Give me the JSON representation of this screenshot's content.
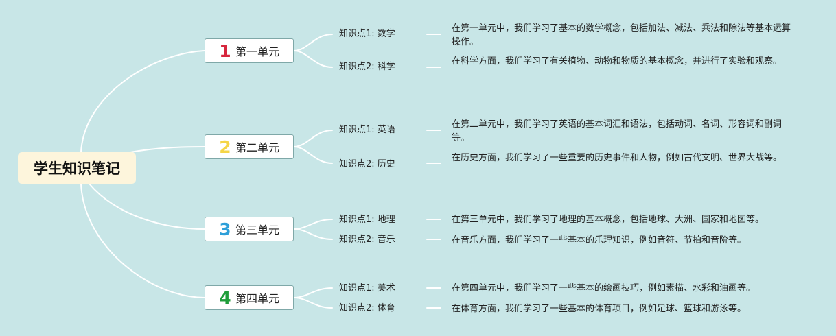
{
  "root": {
    "title": "学生知识笔记"
  },
  "colors": {
    "background": "#c8e6e7",
    "root_fill": "#fdf5dc",
    "line": "#ffffff",
    "unit1": "#d7263d",
    "unit2": "#f5d547",
    "unit3": "#2d9fd9",
    "unit4": "#1f9d3a"
  },
  "units": [
    {
      "number": "1",
      "title": "第一单元",
      "points": [
        {
          "label": "知识点1: 数学",
          "desc": "在第一单元中，我们学习了基本的数学概念，包括加法、减法、乘法和除法等基本运算操作。"
        },
        {
          "label": "知识点2: 科学",
          "desc": "在科学方面，我们学习了有关植物、动物和物质的基本概念，并进行了实验和观察。"
        }
      ]
    },
    {
      "number": "2",
      "title": "第二单元",
      "points": [
        {
          "label": "知识点1: 英语",
          "desc": "在第二单元中，我们学习了英语的基本词汇和语法，包括动词、名词、形容词和副词等。"
        },
        {
          "label": "知识点2: 历史",
          "desc": "在历史方面，我们学习了一些重要的历史事件和人物，例如古代文明、世界大战等。"
        }
      ]
    },
    {
      "number": "3",
      "title": "第三单元",
      "points": [
        {
          "label": "知识点1: 地理",
          "desc": "在第三单元中，我们学习了地理的基本概念，包括地球、大洲、国家和地图等。"
        },
        {
          "label": "知识点2: 音乐",
          "desc": "在音乐方面，我们学习了一些基本的乐理知识，例如音符、节拍和音阶等。"
        }
      ]
    },
    {
      "number": "4",
      "title": "第四单元",
      "points": [
        {
          "label": "知识点1: 美术",
          "desc": "在第四单元中，我们学习了一些基本的绘画技巧，例如素描、水彩和油画等。"
        },
        {
          "label": "知识点2: 体育",
          "desc": "在体育方面，我们学习了一些基本的体育项目，例如足球、篮球和游泳等。"
        }
      ]
    }
  ]
}
